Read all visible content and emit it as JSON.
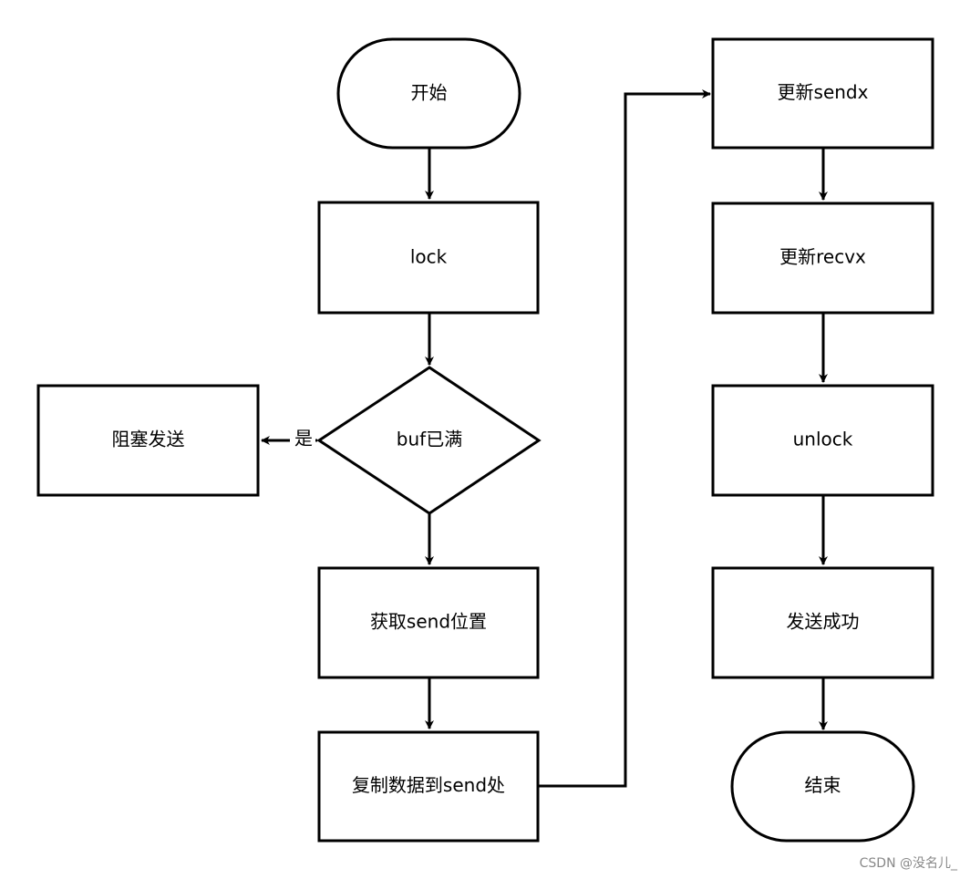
{
  "nodes": {
    "start": "开始",
    "lock": "lock",
    "buf_full": "buf已满",
    "block_send": "阻塞发送",
    "get_send_pos": "获取send位置",
    "copy_data": "复制数据到send处",
    "update_sendx": "更新sendx",
    "update_recvx": "更新recvx",
    "unlock": "unlock",
    "send_success": "发送成功",
    "end": "结束"
  },
  "edges": {
    "yes_label": "是"
  },
  "watermark": "CSDN @没名儿_"
}
